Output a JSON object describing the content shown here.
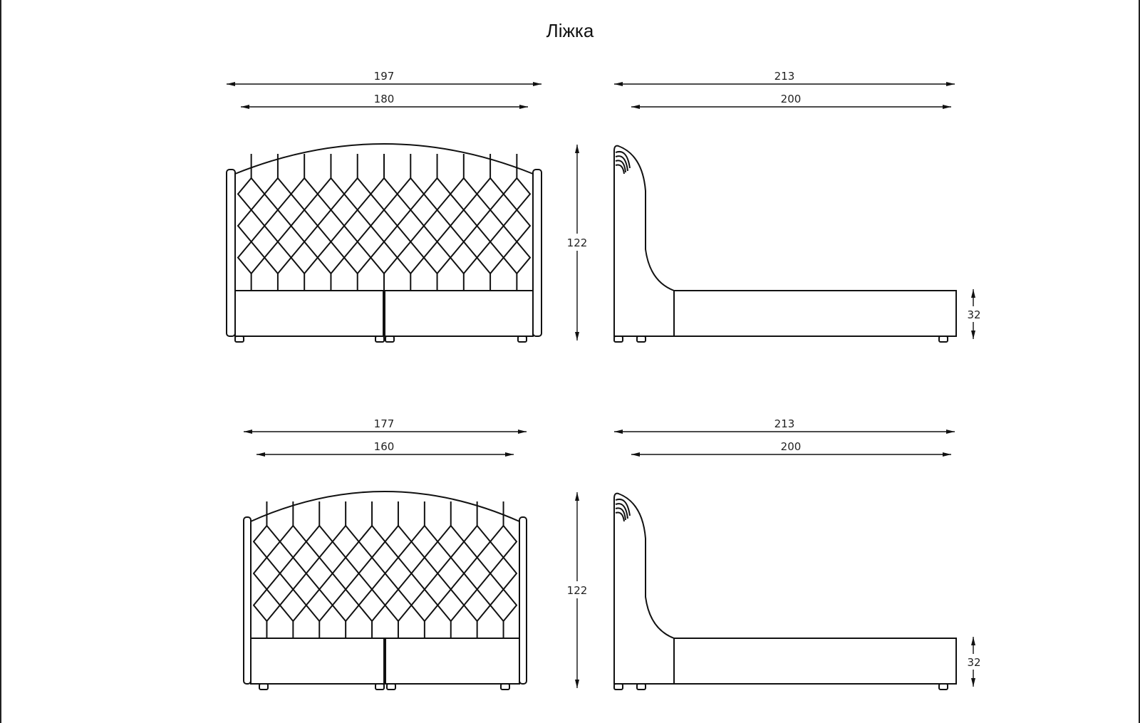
{
  "title": "Ліжка",
  "beds": [
    {
      "front": {
        "overall_width": "197",
        "inner_width": "180",
        "height": "122"
      },
      "side": {
        "overall_length": "213",
        "inner_length": "200",
        "frame_height": "32"
      }
    },
    {
      "front": {
        "overall_width": "177",
        "inner_width": "160",
        "height": "122"
      },
      "side": {
        "overall_length": "213",
        "inner_length": "200",
        "frame_height": "32"
      }
    }
  ],
  "colors": {
    "line": "#111111",
    "background": "#ffffff"
  }
}
